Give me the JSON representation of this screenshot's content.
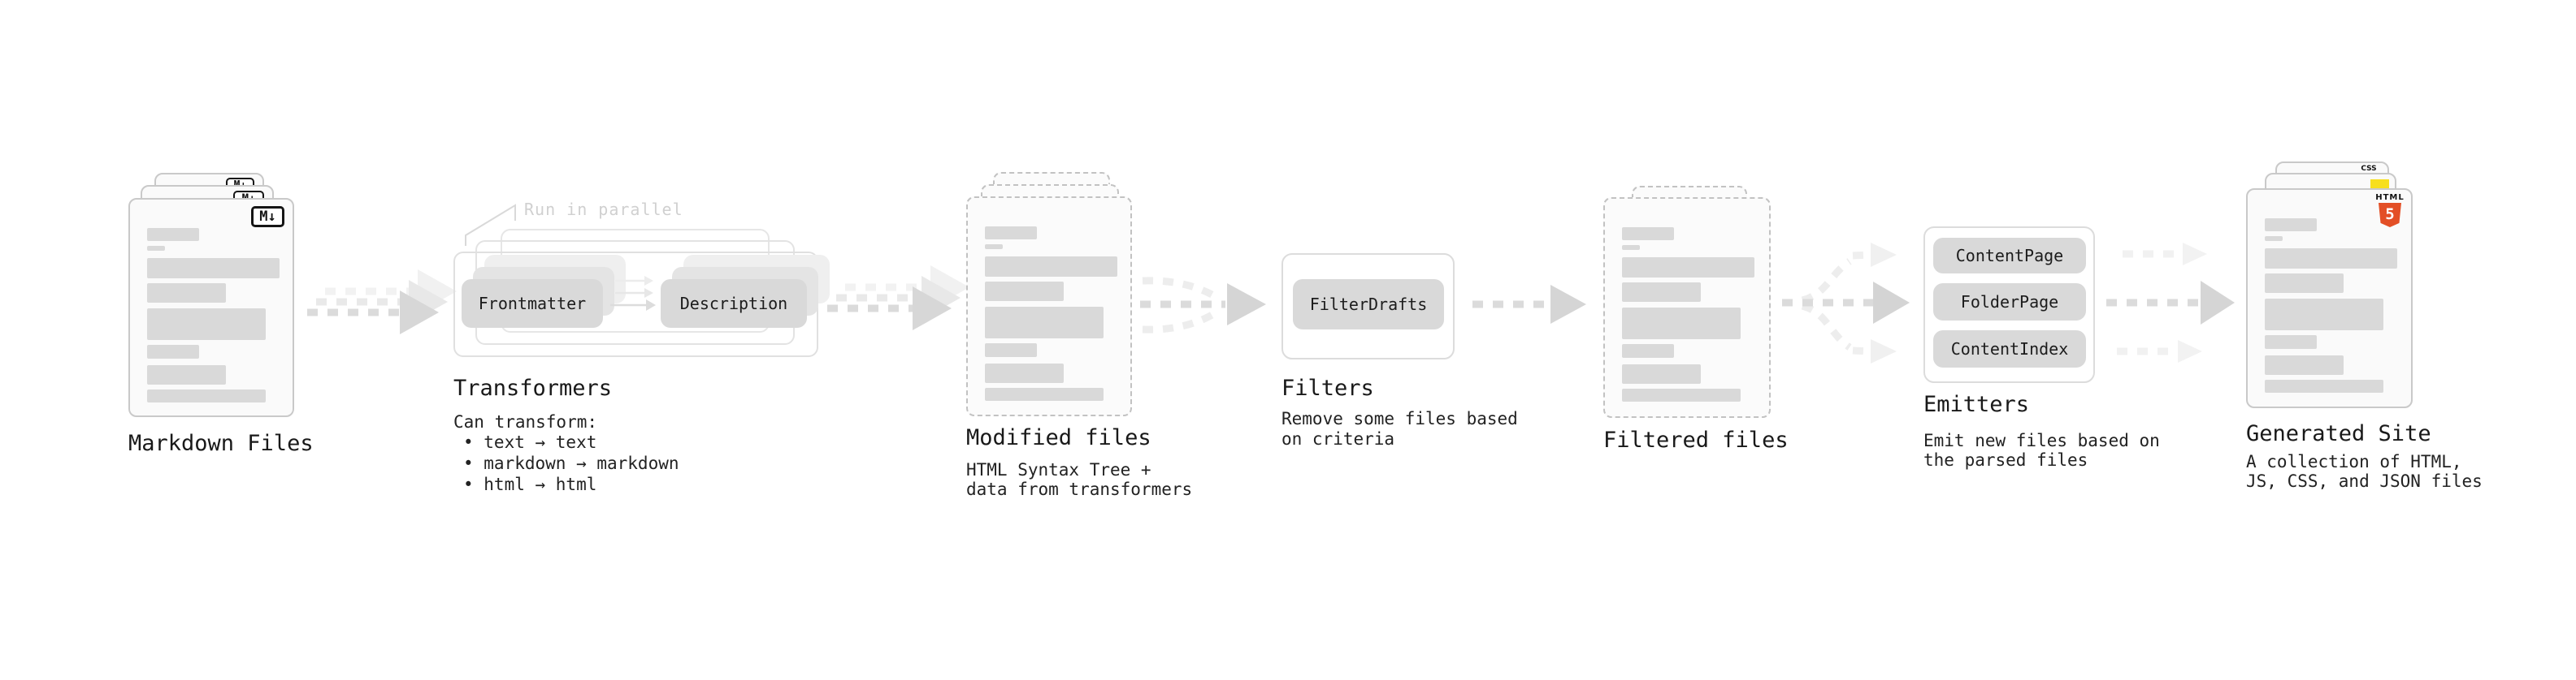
{
  "stages": {
    "markdown": {
      "label": "Markdown Files",
      "badge": "M↓"
    },
    "transformers": {
      "label": "Transformers",
      "annotation": "Run in parallel",
      "pill_frontmatter": "Frontmatter",
      "pill_description": "Description",
      "caption_title": "Can transform:",
      "bullets": [
        "• text → text",
        "• markdown → markdown",
        "• html → html"
      ]
    },
    "modified": {
      "label": "Modified files",
      "caption": [
        "HTML Syntax Tree +",
        "data from transformers"
      ]
    },
    "filters": {
      "label": "Filters",
      "pill": "FilterDrafts",
      "caption": [
        "Remove some files based",
        "on criteria"
      ]
    },
    "filtered": {
      "label": "Filtered files"
    },
    "emitters": {
      "label": "Emitters",
      "pills": [
        "ContentPage",
        "FolderPage",
        "ContentIndex"
      ],
      "caption": [
        "Emit new files based on",
        "the parsed files"
      ]
    },
    "site": {
      "label": "Generated Site",
      "caption": [
        "A collection of HTML,",
        "JS, CSS, and JSON files"
      ],
      "html_badge": {
        "wordmark": "HTML",
        "numeral": "5"
      },
      "css_badge": "CSS"
    }
  },
  "colors": {
    "html5_orange": "#e34f26",
    "js_yellow": "#f7df1e",
    "css_blue": "#2962e9",
    "placeholder_gray": "#d9d9d9",
    "pill_gray": "#d9d9d9",
    "arrow_gray": "#dbdbdb",
    "arrow_light": "#efefef"
  }
}
